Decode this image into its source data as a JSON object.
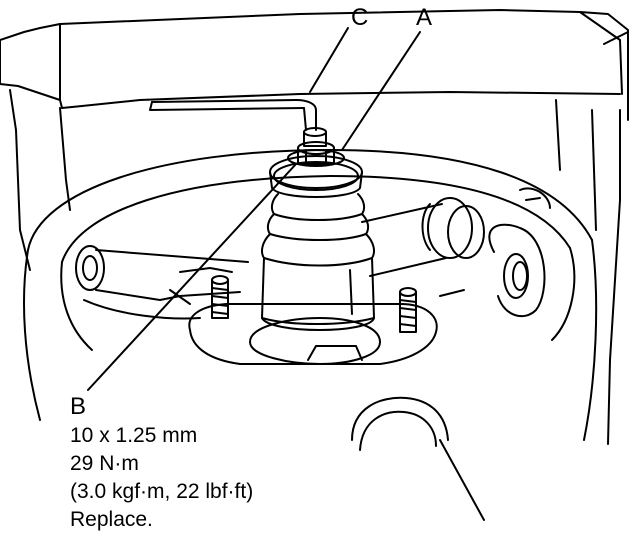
{
  "callouts": {
    "a": "A",
    "b": "B",
    "c": "C"
  },
  "spec": {
    "size": "10 x 1.25 mm",
    "torque_nm": "29 N·m",
    "torque_alt": "(3.0 kgf·m, 22 lbf·ft)",
    "note": "Replace."
  },
  "colors": {
    "line": "#000000",
    "background": "#ffffff"
  }
}
